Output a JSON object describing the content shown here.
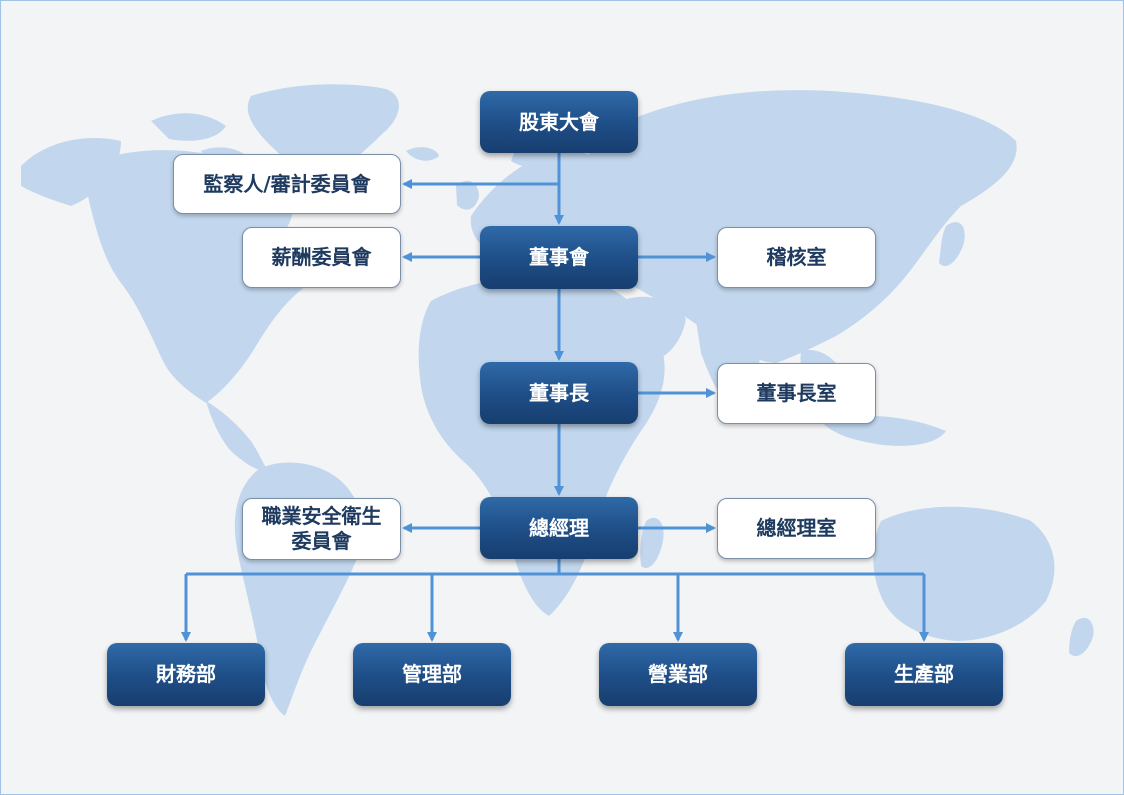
{
  "colors": {
    "background": "#f3f4f6",
    "map": "#c2d7ee",
    "connector": "#4f93d6",
    "node_dark": "#1e4d86",
    "node_light": "#ffffff",
    "node_light_text": "#1e3a5f"
  },
  "nodes": {
    "shareholders": "股東大會",
    "supervisors": "監察人/審計委員會",
    "compensation": "薪酬委員會",
    "board": "董事會",
    "audit_office": "稽核室",
    "chairman": "董事長",
    "chairman_office": "董事長室",
    "osh_committee_line1": "職業安全衛生",
    "osh_committee_line2": "委員會",
    "president": "總經理",
    "president_office": "總經理室",
    "finance": "財務部",
    "management": "管理部",
    "sales": "營業部",
    "production": "生產部"
  }
}
